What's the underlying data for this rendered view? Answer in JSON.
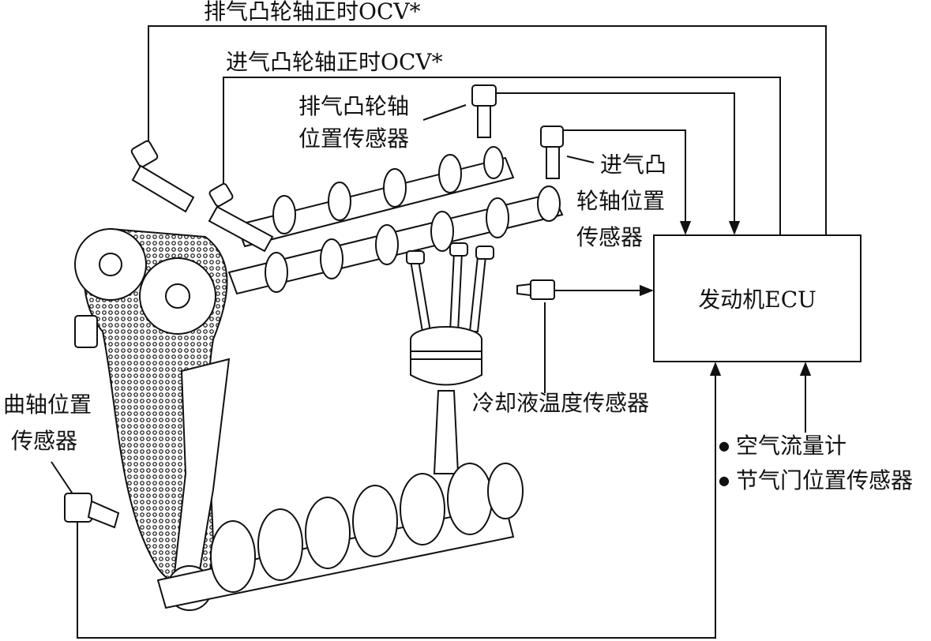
{
  "labels": {
    "exhaust_ocv": "排气凸轮轴正时OCV*",
    "intake_ocv": "进气凸轮轴正时OCV*",
    "exhaust_cam_sensor_line1": "排气凸轮轴",
    "exhaust_cam_sensor_line2": "位置传感器",
    "intake_cam_sensor_line1": "进气凸",
    "intake_cam_sensor_line2": "轮轴位置",
    "intake_cam_sensor_line3": "传感器",
    "ecu": "发动机ECU",
    "coolant_temp_sensor": "冷却液温度传感器",
    "crank_sensor_line1": "曲轴位置",
    "crank_sensor_line2": "传感器",
    "air_flow_meter": "空气流量计",
    "throttle_position_sensor": "节气门位置传感器"
  },
  "colors": {
    "line": "#111111",
    "background": "#ffffff"
  }
}
